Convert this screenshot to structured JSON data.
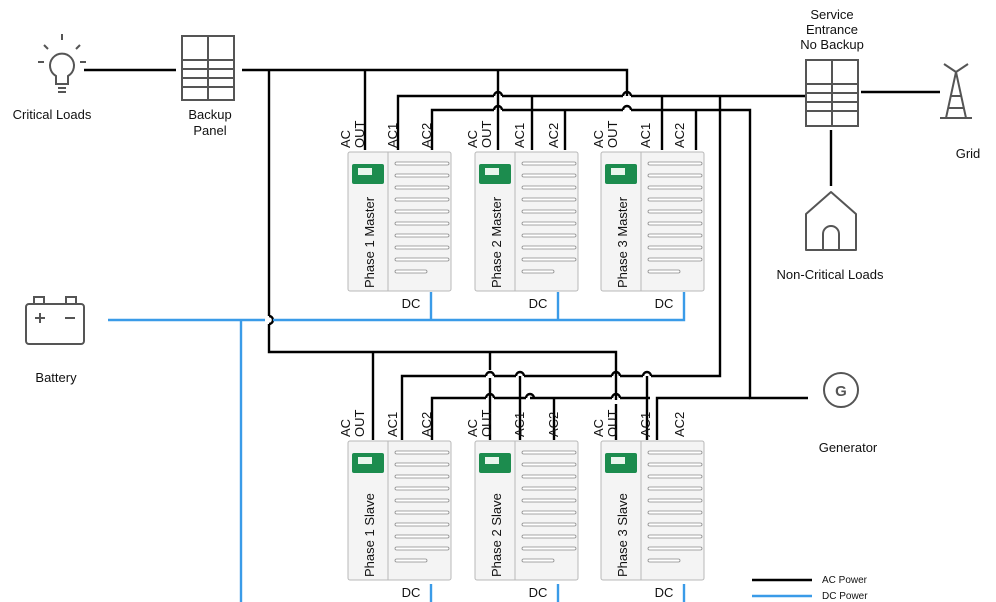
{
  "nodes": {
    "critical_loads": "Critical Loads",
    "backup_panel": [
      "Backup",
      "Panel"
    ],
    "service_entrance": [
      "Service",
      "Entrance",
      "No Backup"
    ],
    "grid": "Grid",
    "non_critical_loads": "Non-Critical Loads",
    "battery": "Battery",
    "generator": "Generator",
    "generator_symbol": "G"
  },
  "terminals": {
    "ac_out": [
      "AC",
      "OUT"
    ],
    "ac1": "AC1",
    "ac2": "AC2",
    "dc": "DC"
  },
  "units": {
    "masters": [
      "Phase 1 Master",
      "Phase 2 Master",
      "Phase 3 Master"
    ],
    "slaves": [
      "Phase 1 Slave",
      "Phase 2 Slave",
      "Phase 3 Slave"
    ]
  },
  "legend": {
    "items": [
      {
        "label": "AC Power",
        "color": "#000000"
      },
      {
        "label": "DC Power",
        "color": "#3a9be8"
      }
    ]
  },
  "colors": {
    "ac": "#000000",
    "dc": "#3a9be8",
    "icon": "#555555",
    "unit_fill": "#f4f4f4",
    "unit_stroke": "#b8b8b8",
    "display": "#1c8c4e"
  }
}
